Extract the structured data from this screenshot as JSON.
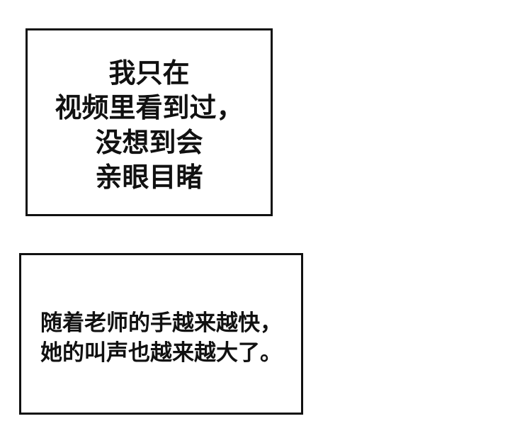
{
  "panels": [
    {
      "lines": [
        "我只在",
        "视频里看到过，",
        "没想到会",
        "亲眼目睹"
      ]
    },
    {
      "lines": [
        "随着老师的手越来越快，",
        "她的叫声也越来越大了。"
      ]
    }
  ],
  "colors": {
    "background": "#ffffff",
    "border": "#111111",
    "text": "#111111"
  }
}
